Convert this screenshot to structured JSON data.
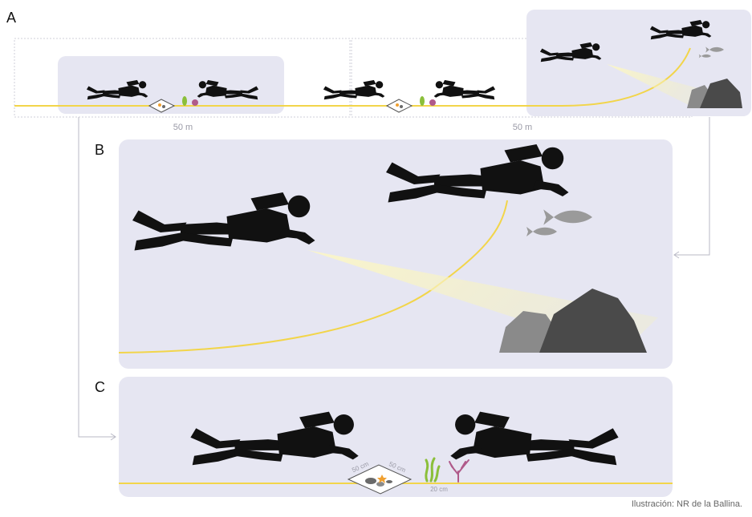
{
  "panels": {
    "a": {
      "label": "A",
      "distance_left": "50 m",
      "distance_right": "50 m"
    },
    "b": {
      "label": "B"
    },
    "c": {
      "label": "C",
      "quadrat_side_1": "50 cm",
      "quadrat_side_2": "50 cm",
      "band_width": "20 cm"
    }
  },
  "credit": "Ilustración: NR de la Ballina.",
  "colors": {
    "panel_bg": "#e6e6f2",
    "line": "#f2d54a",
    "diver": "#111111",
    "rock_dark": "#4a4a4a",
    "rock_light": "#8a8a8a",
    "fish": "#9a9a9a",
    "guide": "#b9b9c6"
  },
  "icons": [
    "diver-icon",
    "quadrat-icon",
    "seaweed-icon",
    "coral-icon",
    "fish-icon",
    "rock-icon",
    "flashlight-beam"
  ]
}
